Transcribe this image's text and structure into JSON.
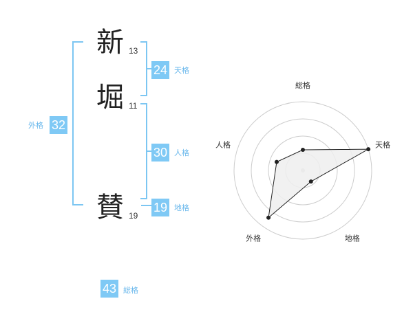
{
  "name": {
    "chars": [
      {
        "char": "新",
        "strokes": "13"
      },
      {
        "char": "堀",
        "strokes": "11"
      },
      {
        "char": "賛",
        "strokes": "19"
      }
    ]
  },
  "kaku": {
    "tenkaku": {
      "value": "24",
      "label": "天格"
    },
    "jinkaku": {
      "value": "30",
      "label": "人格"
    },
    "chikaku": {
      "value": "19",
      "label": "地格"
    },
    "gaikaku": {
      "value": "32",
      "label": "外格"
    },
    "soukaku": {
      "value": "43",
      "label": "総格"
    }
  },
  "chart_data": {
    "type": "radar",
    "axes": [
      "総格",
      "天格",
      "地格",
      "外格",
      "人格"
    ],
    "values": [
      0.3,
      1.0,
      0.2,
      0.85,
      0.4
    ],
    "rings": 4,
    "colors": {
      "fill": "#eeeeee",
      "stroke": "#222222",
      "ring": "#cccccc",
      "accent": "#7fc9f5"
    }
  }
}
